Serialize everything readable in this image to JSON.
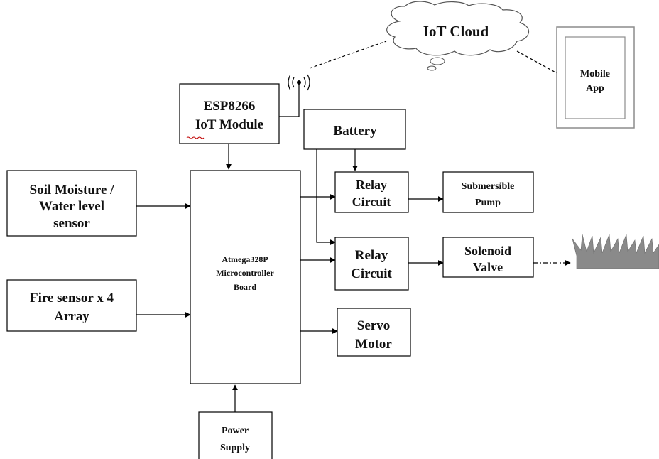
{
  "blocks": {
    "iot_cloud": [
      "IoT Cloud"
    ],
    "mobile_app": [
      "Mobile",
      "App"
    ],
    "esp8266": [
      "ESP8266",
      "IoT Module"
    ],
    "battery": [
      "Battery"
    ],
    "soil_sensor": [
      "Soil Moisture /",
      "Water level",
      "sensor"
    ],
    "fire_sensor": [
      "Fire sensor x 4",
      "Array"
    ],
    "microcontroller": [
      "Atmega328P",
      "Microcontroller",
      "Board"
    ],
    "relay_pump": [
      "Relay",
      "Circuit"
    ],
    "pump": [
      "Submersible",
      "Pump"
    ],
    "relay_valve": [
      "Relay",
      "Circuit"
    ],
    "valve": [
      "Solenoid",
      "Valve"
    ],
    "servo": [
      "Servo",
      "Motor"
    ],
    "power_supply": [
      "Power",
      "Supply"
    ]
  },
  "icons": {
    "antenna": "antenna-icon",
    "cloud": "cloud-icon",
    "grass": "grass-icon",
    "phone": "phone-icon"
  },
  "colors": {
    "line": "#000000",
    "grass_fill": "#8a8a8a",
    "phone_frame": "#8c8c8c",
    "cloud_stroke": "#555555"
  }
}
